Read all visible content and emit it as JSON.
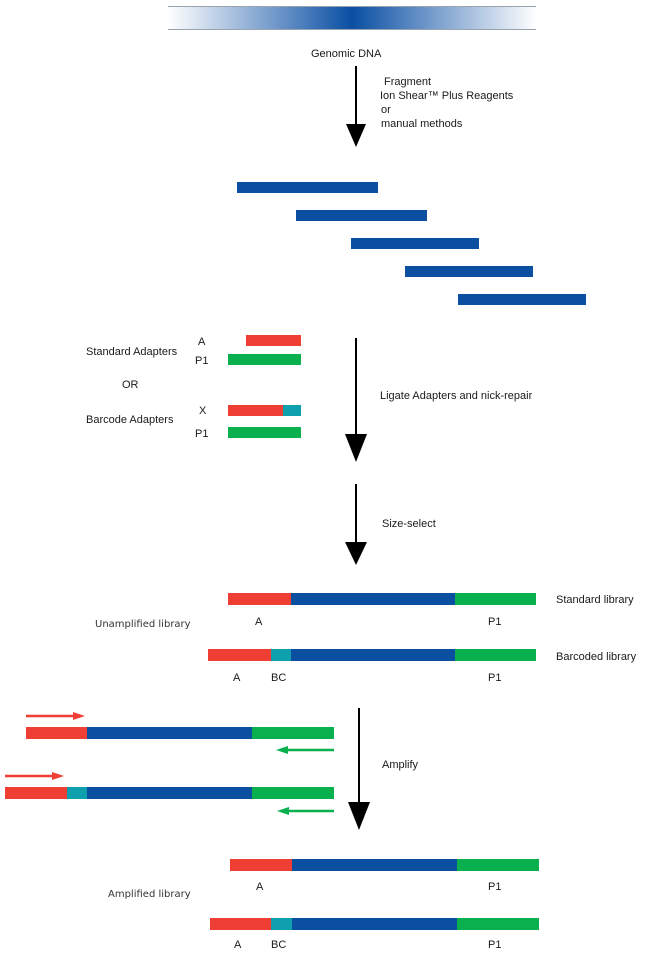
{
  "header": {
    "source_label": "Genomic DNA"
  },
  "colors": {
    "dna": "#0b4fa0",
    "adapter_a": "#ef3e33",
    "adapter_p1": "#0bb04e",
    "barcode": "#0fa0ae",
    "arrow": "#000000",
    "header_band_center": "#0a4fa3"
  },
  "steps": [
    {
      "id": "fragment",
      "lines": [
        "Fragment",
        "Ion Shear™ Plus Reagents",
        " or",
        "manual methods"
      ]
    },
    {
      "id": "ligate",
      "lines": [
        "Ligate Adapters and nick-repair"
      ]
    },
    {
      "id": "size-select",
      "lines": [
        "Size-select"
      ]
    },
    {
      "id": "amplify",
      "lines": [
        "Amplify"
      ]
    }
  ],
  "fragments": {
    "count": 5
  },
  "adapters": {
    "standard_label": "Standard Adapters",
    "or_label": "OR",
    "barcode_label": "Barcode Adapters",
    "standard": [
      {
        "name": "A"
      },
      {
        "name": "P1"
      }
    ],
    "barcode": [
      {
        "name": "X"
      },
      {
        "name": "P1"
      }
    ]
  },
  "unamplified": {
    "group_label": "Unamplified library",
    "standard": {
      "name": "Standard library",
      "segments": [
        "A",
        "P1"
      ]
    },
    "barcoded": {
      "name": "Barcoded library",
      "segments": [
        "A",
        "BC",
        "P1"
      ]
    }
  },
  "amplified": {
    "group_label": "Amplified library",
    "standard": {
      "segments": [
        "A",
        "P1"
      ]
    },
    "barcoded": {
      "segments": [
        "A",
        "BC",
        "P1"
      ]
    }
  }
}
